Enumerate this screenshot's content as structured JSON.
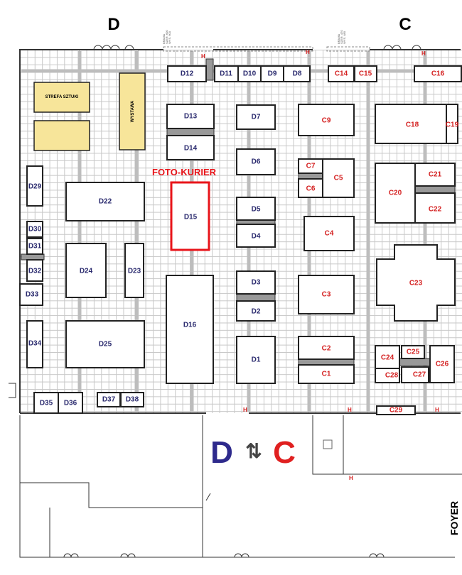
{
  "halls": {
    "d": "D",
    "c": "C"
  },
  "gates": [
    {
      "line1": "BRAMA",
      "line2": "SZER. 600",
      "line3": "WYS. 600"
    },
    {
      "line1": "BRAMA",
      "line2": "SZER. 470",
      "line3": "WYS. 480"
    }
  ],
  "hydrant": "H",
  "highlight": {
    "label": "FOTO-KURIER",
    "color": "#e8141a"
  },
  "zones": {
    "art": "STREFA SZTUKI",
    "exhibition": "WYSTAWA"
  },
  "stands_d": {
    "D1": "D1",
    "D2": "D2",
    "D3": "D3",
    "D4": "D4",
    "D5": "D5",
    "D6": "D6",
    "D7": "D7",
    "D8": "D8",
    "D9": "D9",
    "D10": "D10",
    "D11": "D11",
    "D12": "D12",
    "D13": "D13",
    "D14": "D14",
    "D15": "D15",
    "D16": "D16",
    "D22": "D22",
    "D23": "D23",
    "D24": "D24",
    "D25": "D25",
    "D29": "D29",
    "D30": "D30",
    "D31": "D31",
    "D32": "D32",
    "D33": "D33",
    "D34": "D34",
    "D35": "D35",
    "D36": "D36",
    "D37": "D37",
    "D38": "D38"
  },
  "stands_c": {
    "C1": "C1",
    "C2": "C2",
    "C3": "C3",
    "C4": "C4",
    "C5": "C5",
    "C6": "C6",
    "C7": "C7",
    "C9": "C9",
    "C14": "C14",
    "C15": "C15",
    "C16": "C16",
    "C18": "C18",
    "C19": "C19",
    "C20": "C20",
    "C21": "C21",
    "C22": "C22",
    "C23": "C23",
    "C24": "C24",
    "C25": "C25",
    "C26": "C26",
    "C27": "C27",
    "C28": "C28",
    "C29": "C29"
  },
  "passage": {
    "left": "D",
    "arrows": "⇅",
    "right": "C",
    "left_color": "#2e2a8c",
    "right_color": "#e02020"
  },
  "foyer": "FOYER"
}
